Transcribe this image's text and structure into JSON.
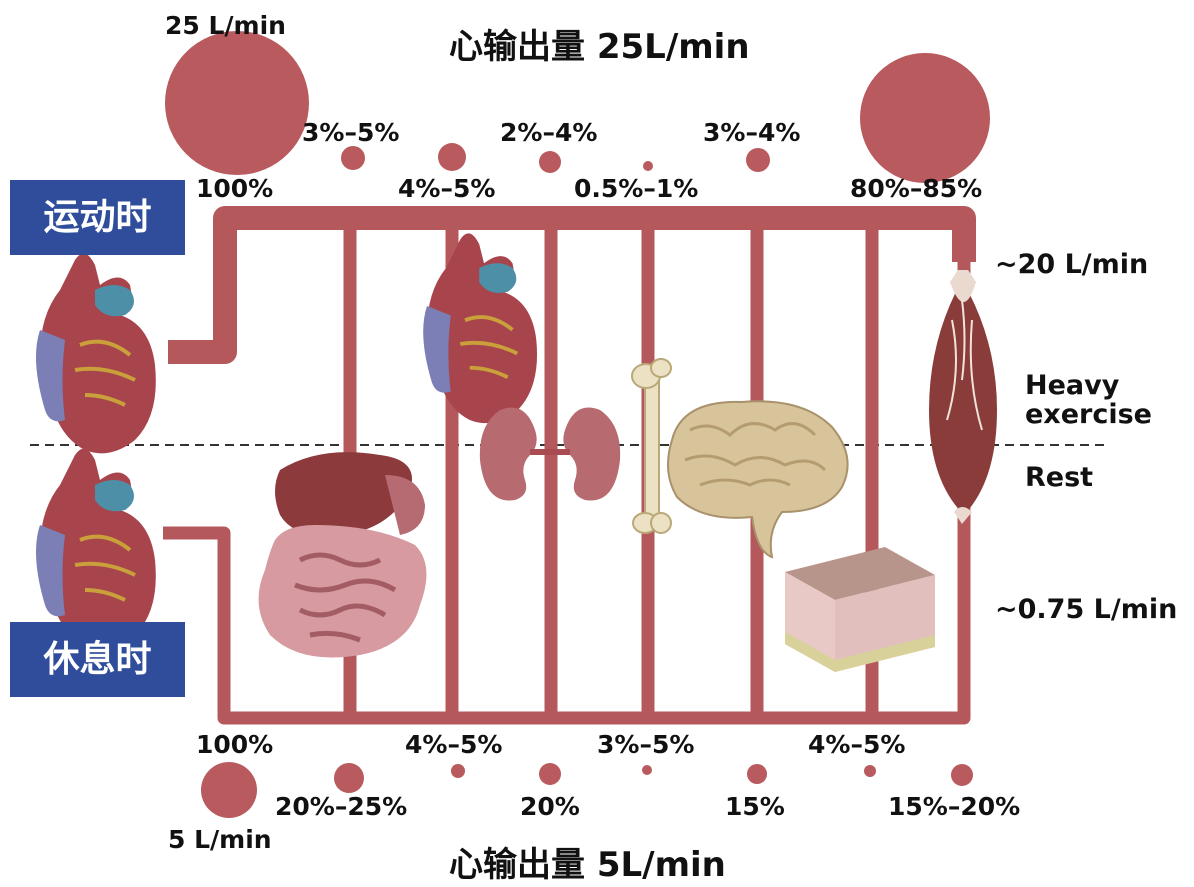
{
  "title_exercise": "心输出量 25L/min",
  "title_rest": "心输出量  5L/min",
  "badge_exercise": "运动时",
  "badge_rest": "休息时",
  "exercise": {
    "total_output": "25 L/min",
    "total_percent": "100%",
    "percents": [
      "3%–5%",
      "4%–5%",
      "2%–4%",
      "0.5%–1%",
      "3%–4%",
      "80%–85%"
    ],
    "muscle_flow": "~20 L/min"
  },
  "rest": {
    "total_output": "5 L/min",
    "total_percent": "100%",
    "percents": [
      "20%–25%",
      "4%–5%",
      "20%",
      "3%–5%",
      "15%",
      "4%–5%",
      "15%–20%"
    ],
    "skin_flow": "~0.75 L/min"
  },
  "state_labels": {
    "heavy": "Heavy",
    "exercise": "exercise",
    "rest": "Rest"
  },
  "colors": {
    "vessel": "#b5585c",
    "circle": "#b85a5e",
    "badge": "#2f4d9a",
    "organ_bg": "#ffffff"
  },
  "icons": [
    "heart-icon",
    "liver-intestine-icon",
    "kidney-icon",
    "bone-icon",
    "brain-icon",
    "skin-block-icon",
    "muscle-icon"
  ]
}
